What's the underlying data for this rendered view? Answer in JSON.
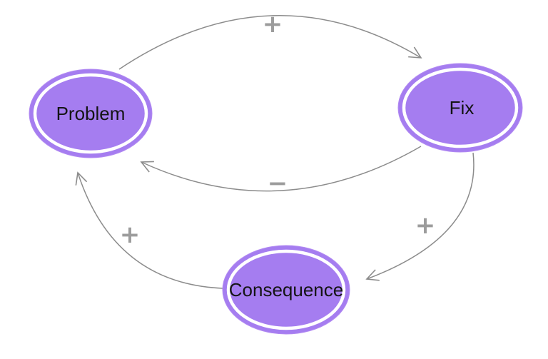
{
  "diagram": {
    "type": "causal-loop-diagram",
    "background_color": "#ffffff",
    "node_fill_color": "#a57df0",
    "node_ring_color": "#ffffff",
    "node_label_color": "#141414",
    "arrow_color": "#8c8c8c",
    "sign_color": "#9c9c9c",
    "nodes": [
      {
        "id": "problem",
        "label": "Problem"
      },
      {
        "id": "fix",
        "label": "Fix"
      },
      {
        "id": "consequence",
        "label": "Consequence"
      }
    ],
    "edges": [
      {
        "from": "Problem",
        "to": "Fix",
        "sign": "+"
      },
      {
        "from": "Fix",
        "to": "Problem",
        "sign": "−"
      },
      {
        "from": "Fix",
        "to": "Consequence",
        "sign": "+"
      },
      {
        "from": "Consequence",
        "to": "Problem",
        "sign": "+"
      }
    ]
  }
}
